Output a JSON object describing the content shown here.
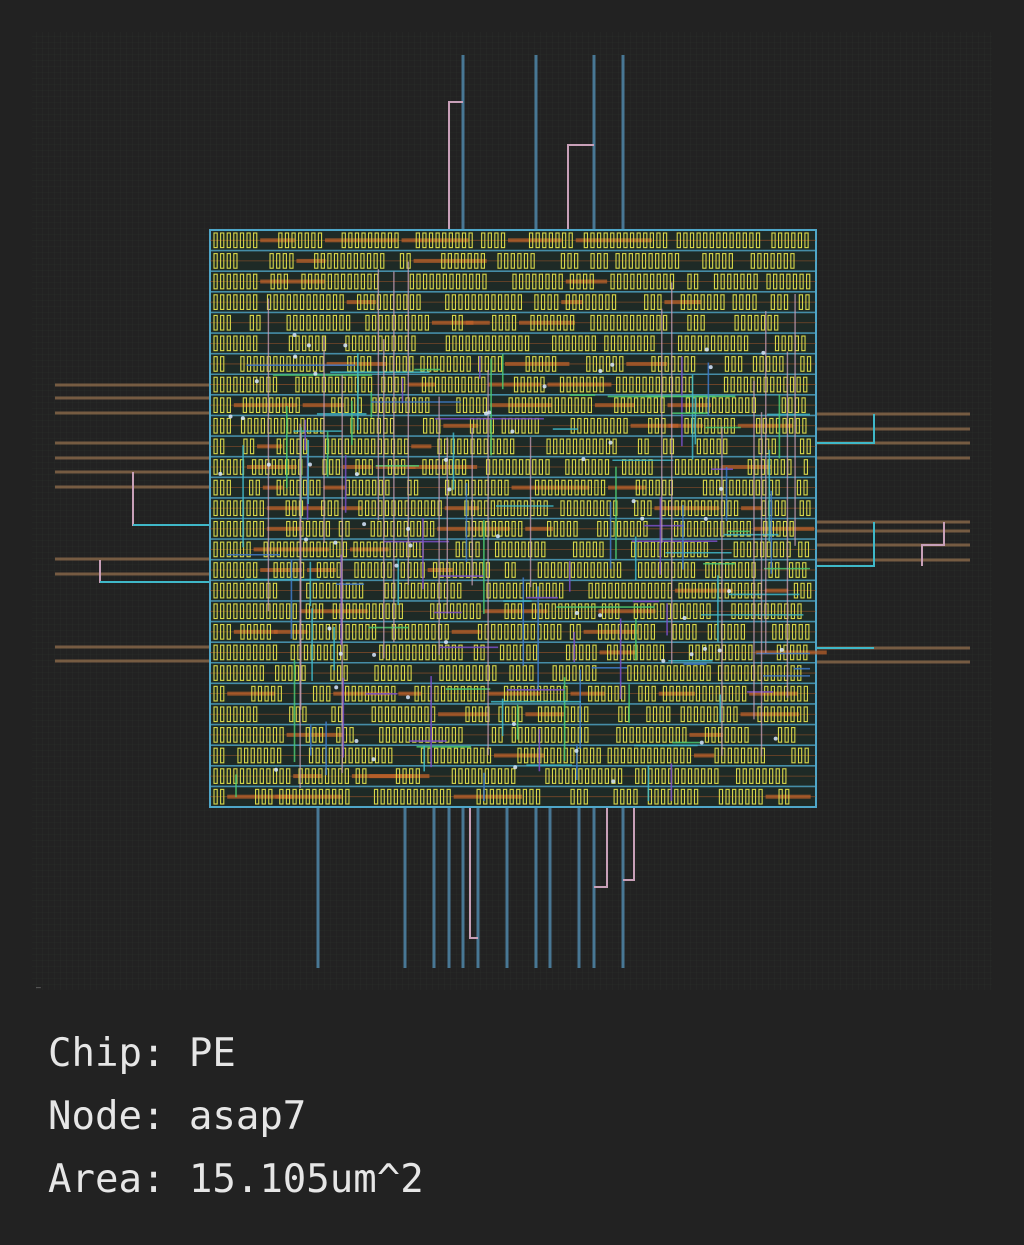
{
  "info": {
    "chip_label": "Chip:",
    "chip_value": "PE",
    "node_label": "Node:",
    "node_value": "asap7",
    "area_label": "Area:",
    "area_value": "15.105um^2"
  },
  "layout": {
    "corner_marker": "—"
  },
  "colors": {
    "background": "#222222",
    "canvas_grid": "#2a2f2a",
    "row_line": "#4fa6c8",
    "cell_outline": "#d8d84a",
    "poly_orange": "#c0622a",
    "metal_cyan": "#3fb8c8",
    "metal_purple": "#7a4fc8",
    "route_pink": "#c8a0b8",
    "pin_brown": "#8a6a4a",
    "text": "#e6e6e6"
  }
}
